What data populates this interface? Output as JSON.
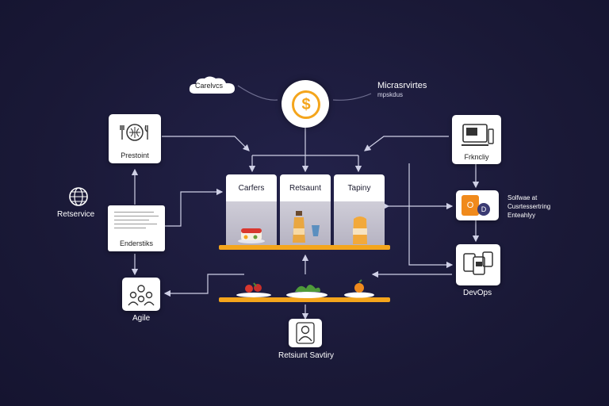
{
  "diagram": {
    "cloud_label": "Carelvcs",
    "microservices_title": "Micrasrvirtes",
    "microservices_sub": "mpskdus",
    "restaurant_box_label": "Prestoint",
    "retservice_label": "Retservice",
    "doc_label": "Enderstiks",
    "agile_label": "Agile",
    "bottom_label": "Retsiunt Savtiry",
    "card_labels": [
      "Carfers",
      "Retsaunt",
      "Tapiny"
    ],
    "right_top_label": "Frkncliy",
    "software_lines": [
      "Solfwae at",
      "Cusrtessertring",
      "Enteahlyy"
    ],
    "devops_label": "DevOps",
    "dollar_symbol": "$"
  },
  "colors": {
    "background": "#1b1a3d",
    "accent": "#f4a51c",
    "box": "#ffffff",
    "line": "#cfd0e6"
  }
}
